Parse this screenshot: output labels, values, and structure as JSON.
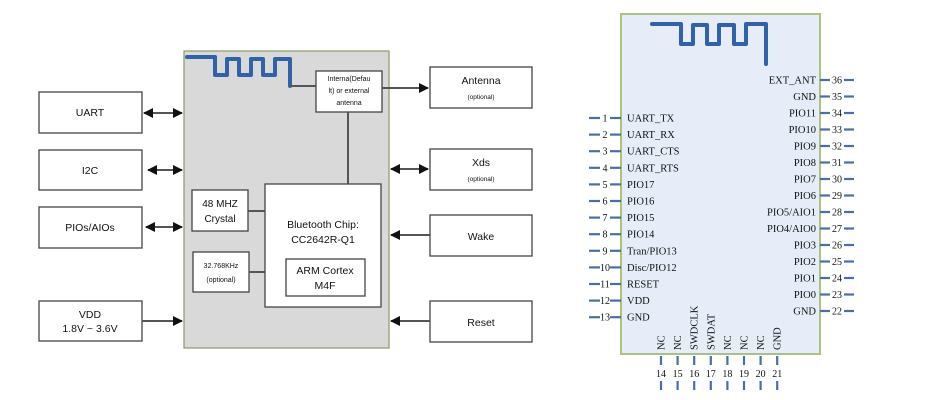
{
  "colors": {
    "antenna_trace": "#2f62a8",
    "module_fill": "#e6edf8",
    "module_border": "#a9c47f",
    "block_fill": "#d9d9d9",
    "block_border": "#8a9a6a",
    "pin_line": "#4a6fa5"
  },
  "block_diagram": {
    "left_peripherals": [
      {
        "label": "UART",
        "connection": "bidirectional"
      },
      {
        "label": "I2C",
        "connection": "bidirectional"
      },
      {
        "label": "PIOs/AIOs",
        "connection": "bidirectional"
      },
      {
        "label_line1": "VDD",
        "label_line2": "1.8V ~ 3.6V",
        "connection": "input"
      }
    ],
    "right_peripherals": [
      {
        "label": "Antenna",
        "sublabel": "(optional)",
        "connection": "output"
      },
      {
        "label": "Xds",
        "sublabel": "(optional)",
        "connection": "bidirectional"
      },
      {
        "label": "Wake",
        "connection": "input"
      },
      {
        "label": "Reset",
        "connection": "input"
      }
    ],
    "antenna_select": {
      "line1": "Interna(Defau",
      "line2": "lt) or external",
      "line3": "antenna"
    },
    "crystal_48": {
      "line1": "48 MHZ",
      "line2": "Crystal"
    },
    "crystal_32": {
      "line1": "32.768KHz",
      "line2": "(optional)"
    },
    "chip": {
      "line1": "Bluetooth Chip:",
      "line2": "CC2642R-Q1"
    },
    "core": {
      "line1": "ARM Cortex",
      "line2": "M4F"
    }
  },
  "pinout": {
    "left_pins": [
      {
        "num": "1",
        "name": "UART_TX"
      },
      {
        "num": "2",
        "name": "UART_RX"
      },
      {
        "num": "3",
        "name": "UART_CTS"
      },
      {
        "num": "4",
        "name": "UART_RTS"
      },
      {
        "num": "5",
        "name": "PIO17"
      },
      {
        "num": "6",
        "name": "PIO16"
      },
      {
        "num": "7",
        "name": "PIO15"
      },
      {
        "num": "8",
        "name": "PIO14"
      },
      {
        "num": "9",
        "name": "Tran/PIO13"
      },
      {
        "num": "10",
        "name": "Disc/PIO12"
      },
      {
        "num": "11",
        "name": "RESET"
      },
      {
        "num": "12",
        "name": "VDD"
      },
      {
        "num": "13",
        "name": "GND"
      }
    ],
    "right_pins": [
      {
        "num": "36",
        "name": "EXT_ANT"
      },
      {
        "num": "35",
        "name": "GND"
      },
      {
        "num": "34",
        "name": "PIO11"
      },
      {
        "num": "33",
        "name": "PIO10"
      },
      {
        "num": "32",
        "name": "PIO9"
      },
      {
        "num": "31",
        "name": "PIO8"
      },
      {
        "num": "30",
        "name": "PIO7"
      },
      {
        "num": "29",
        "name": "PIO6"
      },
      {
        "num": "28",
        "name": "PIO5/AIO1"
      },
      {
        "num": "27",
        "name": "PIO4/AIO0"
      },
      {
        "num": "26",
        "name": "PIO3"
      },
      {
        "num": "25",
        "name": "PIO2"
      },
      {
        "num": "24",
        "name": "PIO1"
      },
      {
        "num": "23",
        "name": "PIO0"
      },
      {
        "num": "22",
        "name": "GND"
      }
    ],
    "bottom_pins": [
      {
        "num": "14",
        "name": "NC"
      },
      {
        "num": "15",
        "name": "NC"
      },
      {
        "num": "16",
        "name": "SWDCLK"
      },
      {
        "num": "17",
        "name": "SWDAT"
      },
      {
        "num": "18",
        "name": "NC"
      },
      {
        "num": "19",
        "name": "NC"
      },
      {
        "num": "20",
        "name": "NC"
      },
      {
        "num": "21",
        "name": "GND"
      }
    ]
  }
}
